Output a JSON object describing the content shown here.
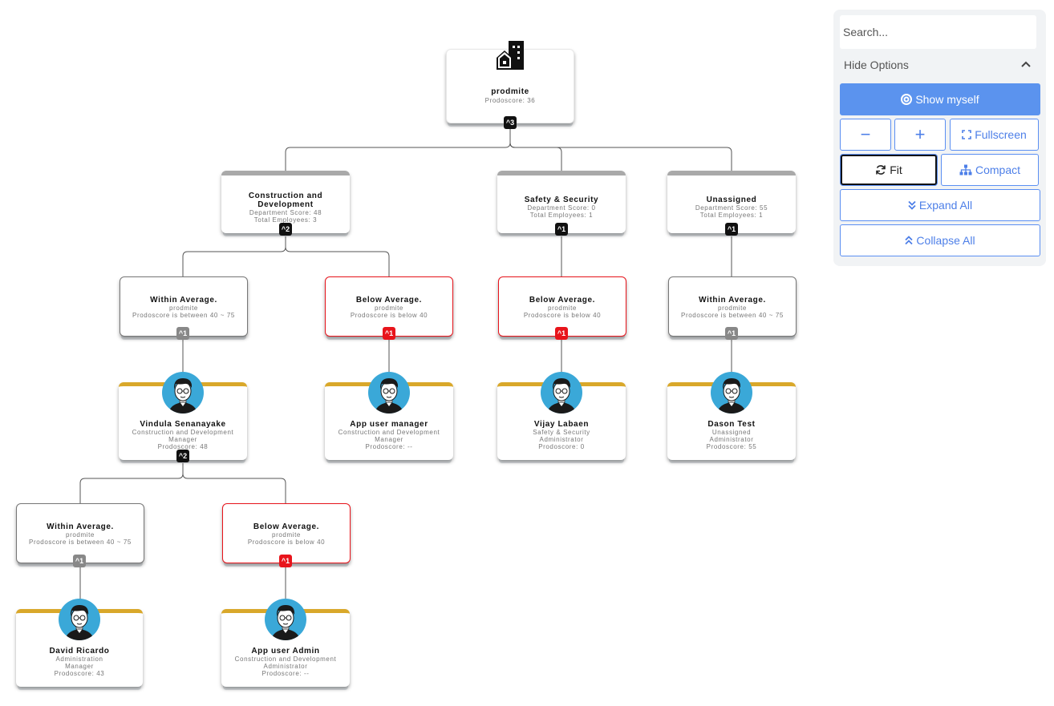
{
  "panel": {
    "search_placeholder": "Search...",
    "hide_options": "Hide Options",
    "show_myself": "Show myself",
    "zoom_out": "−",
    "zoom_in": "+",
    "fullscreen": "Fullscreen",
    "fit": "Fit",
    "compact": "Compact",
    "expand_all": "Expand All",
    "collapse_all": "Collapse All"
  },
  "org": {
    "root": {
      "title": "prodmite",
      "line1": "Prodoscore: 36",
      "badge": "^3"
    },
    "departments": [
      {
        "title1": "Construction and",
        "title2": "Development",
        "line1": "Department Score: 48",
        "line2": "Total Employees: 3",
        "badge": "^2"
      },
      {
        "title1": "Safety & Security",
        "title2": "",
        "line1": "Department Score: 0",
        "line2": "Total Employees: 1",
        "badge": "^1"
      },
      {
        "title1": "Unassigned",
        "title2": "",
        "line1": "Department Score: 55",
        "line2": "Total Employees: 1",
        "badge": "^1"
      }
    ],
    "groups": [
      {
        "title": "Within Average.",
        "line1": "prodmite",
        "line2": "Prodoscore is between 40 ~ 75",
        "badge": "^1"
      },
      {
        "title": "Below Average.",
        "line1": "prodmite",
        "line2": "Prodoscore is below 40",
        "badge": "^1"
      },
      {
        "title": "Below Average.",
        "line1": "prodmite",
        "line2": "Prodoscore is below 40",
        "badge": "^1"
      },
      {
        "title": "Within Average.",
        "line1": "prodmite",
        "line2": "Prodoscore is between 40 ~ 75",
        "badge": "^1"
      },
      {
        "title": "Within Average.",
        "line1": "prodmite",
        "line2": "Prodoscore is between 40 ~ 75",
        "badge": "^1"
      },
      {
        "title": "Below Average.",
        "line1": "prodmite",
        "line2": "Prodoscore is below 40",
        "badge": "^1"
      }
    ],
    "people": [
      {
        "name": "Vindula Senanayake",
        "dept": "Construction and Development",
        "role": "Manager",
        "score": "Prodoscore: 48",
        "badge": "^2"
      },
      {
        "name": "App user manager",
        "dept": "Construction and Development",
        "role": "Manager",
        "score": "Prodoscore: --"
      },
      {
        "name": "Vijay Labaen",
        "dept": "Safety & Security",
        "role": "Administrator",
        "score": "Prodoscore: 0"
      },
      {
        "name": "Dason Test",
        "dept": "Unassigned",
        "role": "Administrator",
        "score": "Prodoscore: 55"
      },
      {
        "name": "David Ricardo",
        "dept": "Administration",
        "role": "Manager",
        "score": "Prodoscore: 43"
      },
      {
        "name": "App user Admin",
        "dept": "Construction and Development",
        "role": "Administrator",
        "score": "Prodoscore: --"
      }
    ]
  },
  "icons": {
    "building": "building-icon",
    "avatar": "user-avatar-icon",
    "target": "target-icon",
    "fullscreen": "fullscreen-icon",
    "refresh": "refresh-icon",
    "sitemap": "sitemap-icon",
    "expand": "double-chevron-down-icon",
    "collapse": "double-chevron-up-icon",
    "chevron_up": "chevron-up-icon"
  },
  "colors": {
    "below": "#e8141b",
    "within": "#777777",
    "person_accent": "#d9a82a",
    "primary": "#5b93ee",
    "avatar_bg": "#3aa8d8"
  }
}
